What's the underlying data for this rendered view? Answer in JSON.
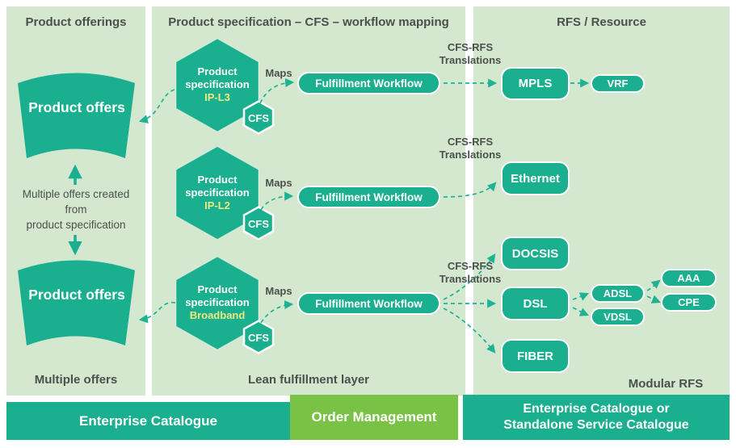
{
  "colors": {
    "teal": "#1aaf8f",
    "lime": "#79c246",
    "panel_bg": "#d4e8d0",
    "dark_text": "#4a504b",
    "accent_yellow": "#f0e980",
    "white": "#ffffff"
  },
  "headers": {
    "left": "Product offerings",
    "middle": "Product specification – CFS – workflow mapping",
    "right": "RFS / Resource"
  },
  "footers": {
    "left": "Multiple offers",
    "middle": "Lean fulfillment layer",
    "right": "Modular RFS"
  },
  "offers": {
    "line1": "Product",
    "line2": "offers",
    "note_lines": [
      "Multiple offers created",
      "from",
      "product specification"
    ]
  },
  "maps_label": "Maps",
  "cfs_badge": "CFS",
  "translations": {
    "line1": "CFS-RFS",
    "line2": "Translations"
  },
  "hexagons": [
    {
      "line1": "Product",
      "line2": "specification",
      "variant": "IP-L3"
    },
    {
      "line1": "Product",
      "line2": "specification",
      "variant": "IP-L2"
    },
    {
      "line1": "Product",
      "line2": "specification",
      "variant": "Broadband"
    }
  ],
  "workflow_label": "Fulfillment Workflow",
  "rfs_nodes": {
    "mpls": "MPLS",
    "vrf": "VRF",
    "ethernet": "Ethernet",
    "docsis": "DOCSIS",
    "dsl": "DSL",
    "fiber": "FIBER",
    "adsl": "ADSL",
    "vdsl": "VDSL",
    "aaa": "AAA",
    "cpe": "CPE"
  },
  "bottom_bars": {
    "catalogue": "Enterprise Catalogue",
    "order": "Order Management",
    "catalogue2_line1": "Enterprise Catalogue or",
    "catalogue2_line2": "Standalone Service Catalogue"
  }
}
